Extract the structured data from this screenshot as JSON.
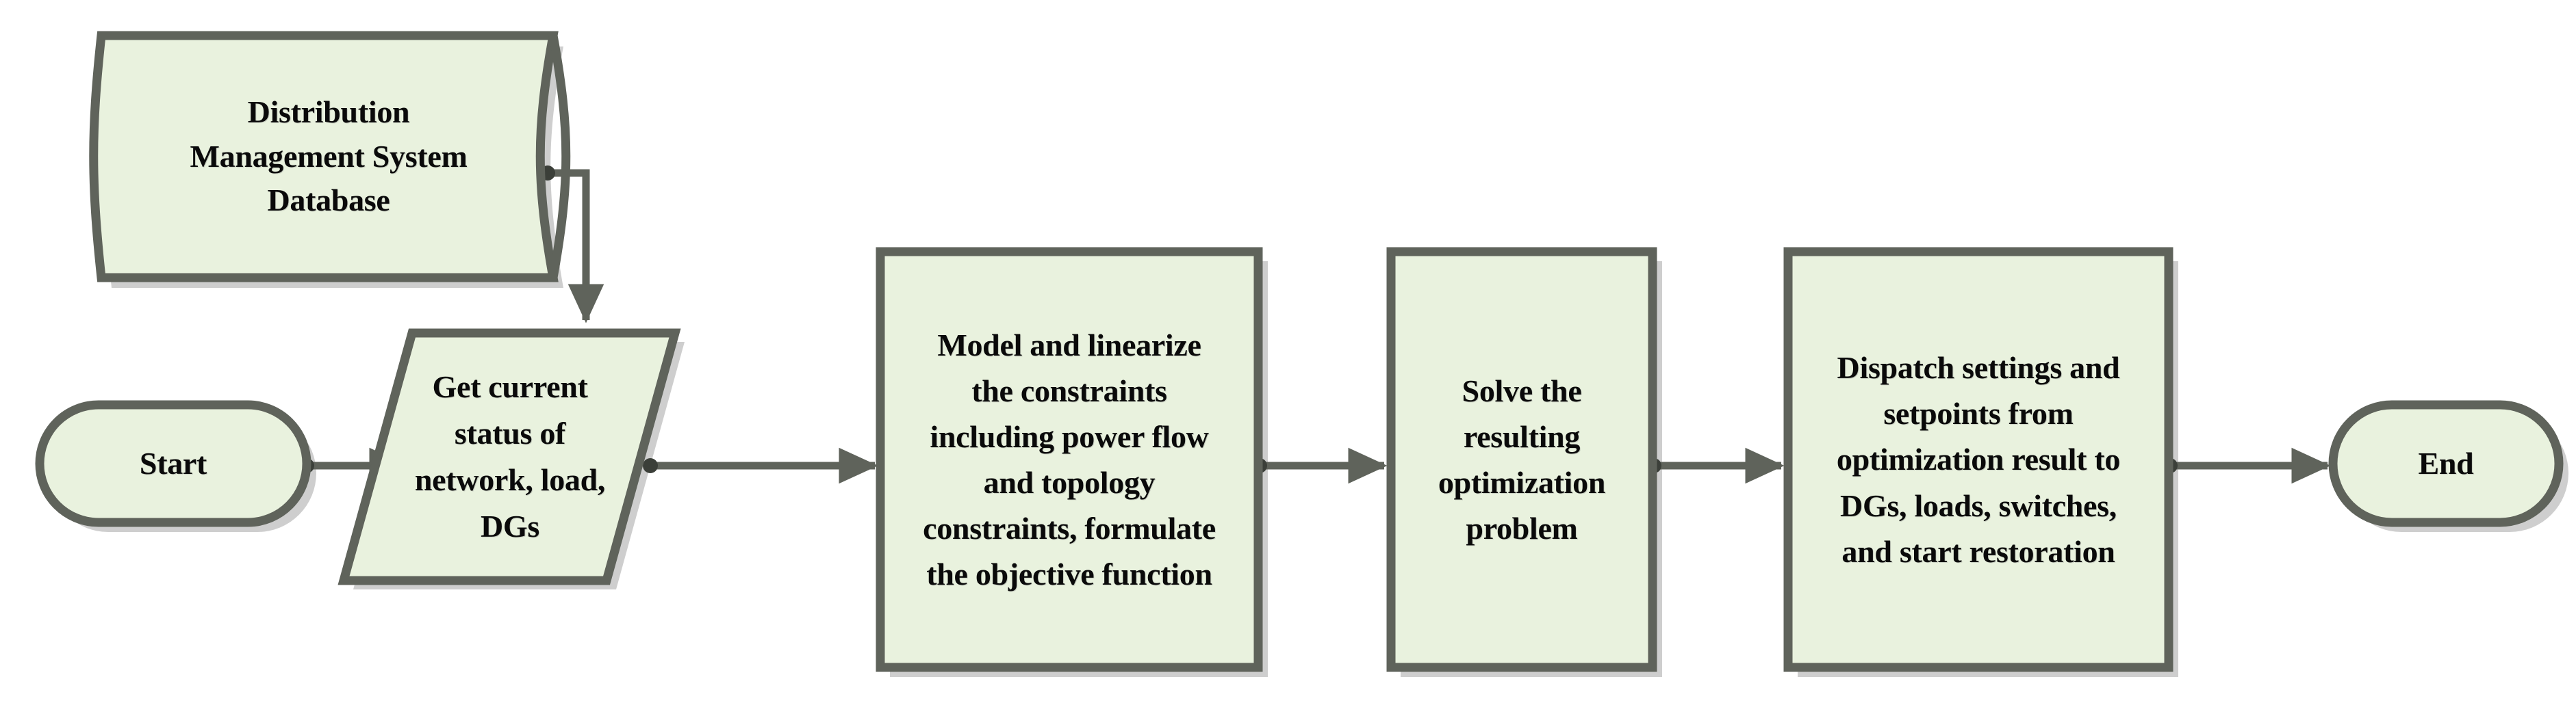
{
  "diagram": {
    "type": "flowchart",
    "orientation": "left-to-right",
    "background_color": "#ffffff",
    "node_fill_color": "#e9f2de",
    "node_border_color": "#5f635b",
    "connector_color": "#5f635b",
    "text_color": "#0a0a0a",
    "shadow_color": "#8a8a8a"
  },
  "nodes": [
    {
      "id": "database",
      "shape": "cylinder",
      "label": "Distribution\nManagement System\nDatabase"
    },
    {
      "id": "start",
      "shape": "terminator",
      "label": "Start"
    },
    {
      "id": "get-status",
      "shape": "parallelogram",
      "label": "Get current\nstatus of\nnetwork, load,\nDGs"
    },
    {
      "id": "model-linearize",
      "shape": "process",
      "label": "Model and linearize\nthe constraints\nincluding power flow\nand topology\nconstraints, formulate\nthe objective function"
    },
    {
      "id": "solve",
      "shape": "process",
      "label": "Solve the\nresulting\noptimization\nproblem"
    },
    {
      "id": "dispatch",
      "shape": "process",
      "label": "Dispatch settings and\nsetpoints from\noptimization result to\nDGs, loads, switches,\nand start restoration"
    },
    {
      "id": "end",
      "shape": "terminator",
      "label": "End"
    }
  ],
  "connectors": [
    {
      "id": "db-to-get-status",
      "from": "database",
      "to": "get-status",
      "label": "",
      "arrow": "down"
    },
    {
      "id": "start-to-get-status",
      "from": "start",
      "to": "get-status",
      "label": "",
      "arrow": "right"
    },
    {
      "id": "get-status-to-model",
      "from": "get-status",
      "to": "model-linearize",
      "label": "",
      "arrow": "right"
    },
    {
      "id": "model-to-solve",
      "from": "model-linearize",
      "to": "solve",
      "label": "",
      "arrow": "right"
    },
    {
      "id": "solve-to-dispatch",
      "from": "solve",
      "to": "dispatch",
      "label": "",
      "arrow": "right"
    },
    {
      "id": "dispatch-to-end",
      "from": "dispatch",
      "to": "end",
      "label": "",
      "arrow": "right"
    }
  ]
}
